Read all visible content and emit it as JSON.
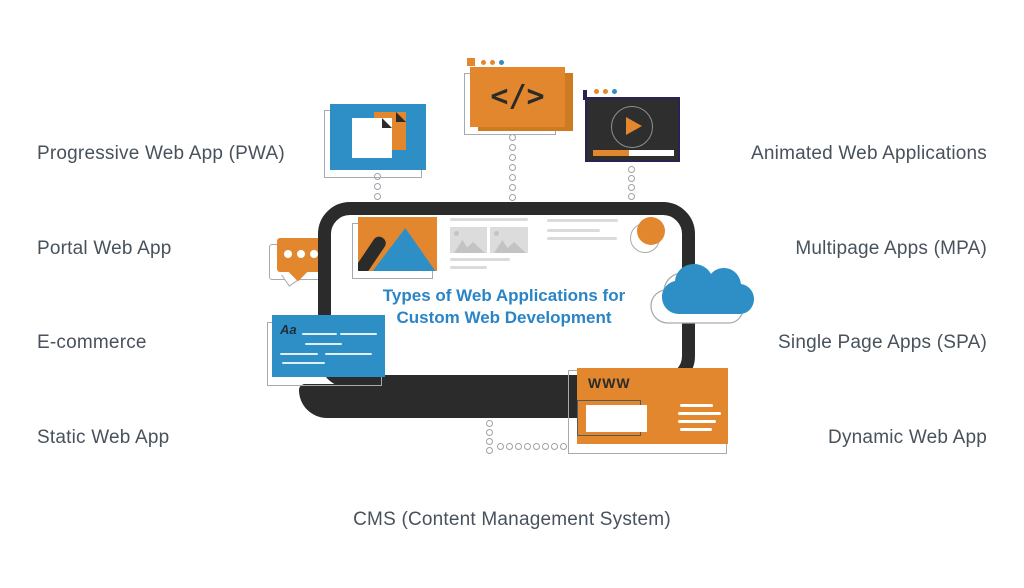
{
  "title": {
    "line1": "Types of Web Applications for",
    "line2": "Custom Web Development"
  },
  "labels": {
    "left": [
      "Progressive Web App (PWA)",
      "Portal Web App",
      "E-commerce",
      "Static Web App"
    ],
    "right": [
      "Animated Web Applications",
      "Multipage Apps (MPA)",
      "Single Page Apps (SPA)",
      "Dynamic Web App"
    ],
    "bottom": "CMS (Content Management System)"
  },
  "screen": {
    "code_glyph": "</>",
    "aa_label": "Aa",
    "www_label": "WWW"
  },
  "icons": [
    "pages-copy-icon",
    "code-icon",
    "video-player-icon",
    "chat-bubble-icon",
    "image-icon",
    "typography-card-icon",
    "cloud-icon",
    "browser-www-icon",
    "avatar-circle-icon"
  ],
  "colors": {
    "orange": "#E2872D",
    "orange_shadow": "#CD7B20",
    "blue": "#2E8FC7",
    "dark": "#2B2B2B",
    "navy": "#2B2153",
    "title_blue": "#2A84C6",
    "label_text": "#48525C",
    "outline_gray": "#A6ABB2"
  }
}
